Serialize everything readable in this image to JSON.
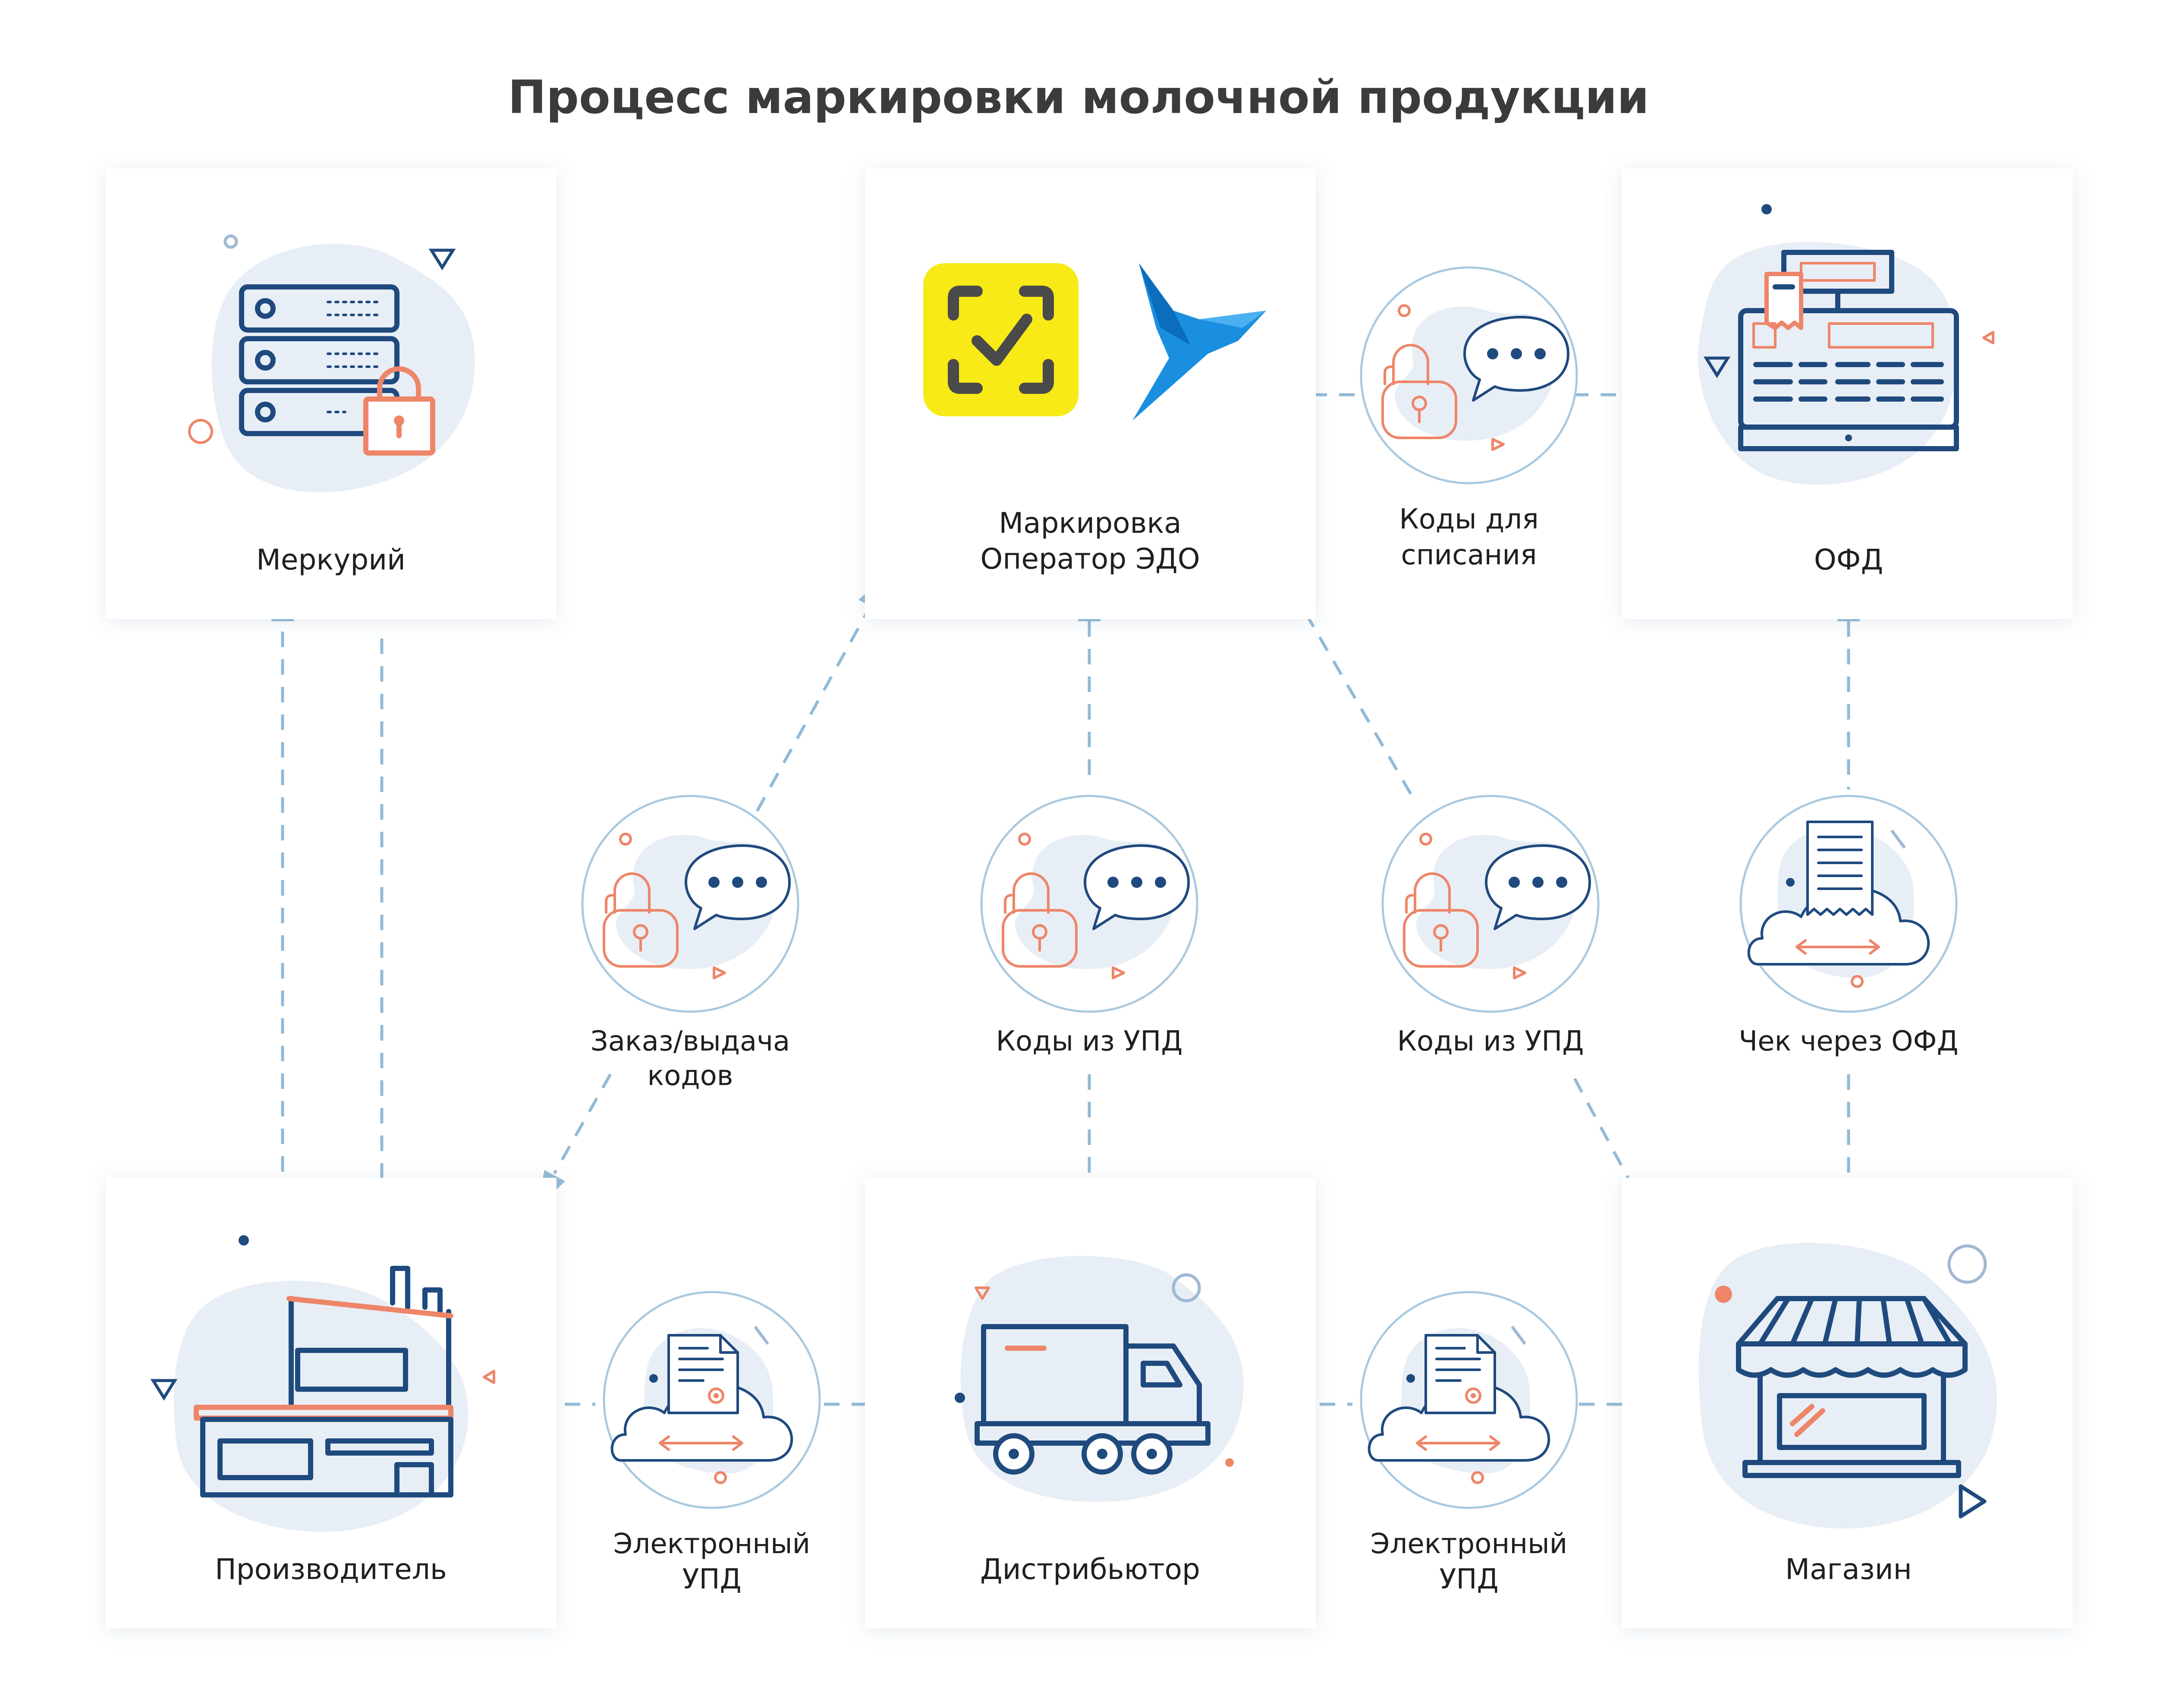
{
  "title": "Процесс маркировки молочной продукции",
  "nodes": {
    "mercury": {
      "label": "Меркурий",
      "icon": "server-lock-icon"
    },
    "operator": {
      "label_line1": "Маркировка",
      "label_line2": "Оператор ЭДО",
      "icons": [
        "chestny-znak-logo",
        "blue-bird-logo"
      ]
    },
    "ofd": {
      "label": "ОФД",
      "icon": "cash-register-icon"
    },
    "producer": {
      "label": "Производитель",
      "icon": "factory-icon"
    },
    "distributor": {
      "label": "Дистрибьютор",
      "icon": "truck-icon"
    },
    "shop": {
      "label": "Магазин",
      "icon": "store-icon"
    }
  },
  "edges": {
    "codes_writeoff": {
      "line1": "Коды для",
      "line2": "списания",
      "icon": "lock-chat-icon"
    },
    "order_codes": {
      "line1": "Заказ/выдача",
      "line2": "кодов",
      "icon": "lock-chat-icon"
    },
    "codes_upd_1": {
      "line1": "Коды из УПД",
      "icon": "lock-chat-icon"
    },
    "codes_upd_2": {
      "line1": "Коды из УПД",
      "icon": "lock-chat-icon"
    },
    "receipt_ofd": {
      "line1": "Чек через ОФД",
      "icon": "receipt-cloud-icon"
    },
    "edoc_upd_1": {
      "line1": "Электронный",
      "line2": "УПД",
      "icon": "document-cloud-icon"
    },
    "edoc_upd_2": {
      "line1": "Электронный",
      "line2": "УПД",
      "icon": "document-cloud-icon"
    }
  },
  "colors": {
    "navy": "#1f4a7e",
    "coral": "#ee8568",
    "arrow": "#93bad6",
    "blob": "#e8eef6",
    "logo_yellow": "#f7ea16",
    "logo_blue": "#1a8fe0"
  }
}
